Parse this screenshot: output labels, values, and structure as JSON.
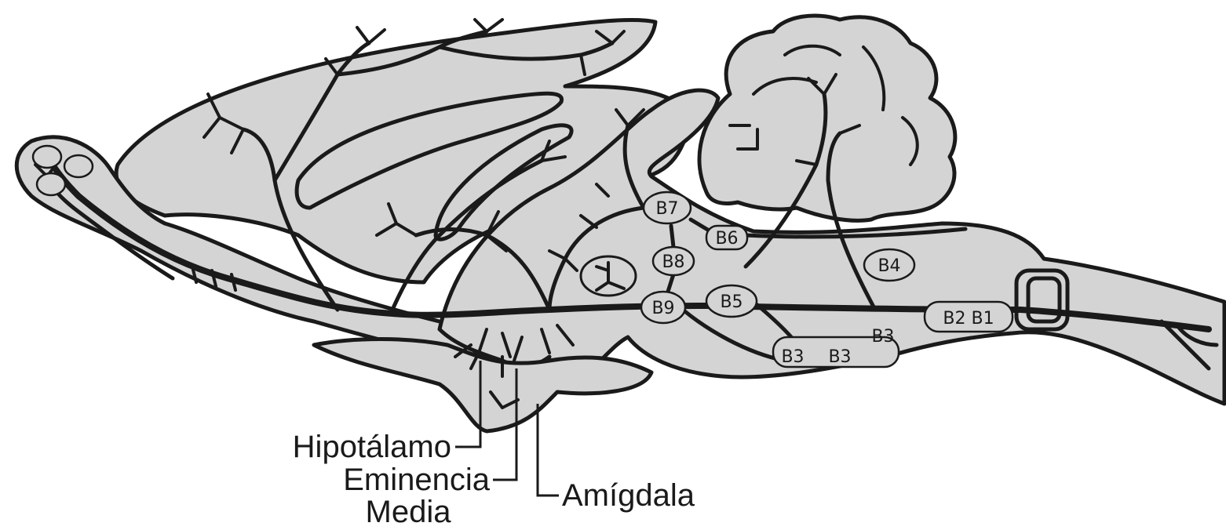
{
  "colors": {
    "tissue": "#d4d4d4",
    "ink": "#1a1a1a",
    "background": "#ffffff"
  },
  "nuclei": {
    "b7": "B7",
    "b6": "B6",
    "b8": "B8",
    "b9": "B9",
    "b5": "B5",
    "b4": "B4",
    "b3": "B3",
    "b2_b1": "B2 B1"
  },
  "labels": {
    "hypothalamus": "Hipotálamo",
    "median_eminence_line1": "Eminencia",
    "median_eminence_line2": "Media",
    "amygdala": "Amígdala"
  }
}
